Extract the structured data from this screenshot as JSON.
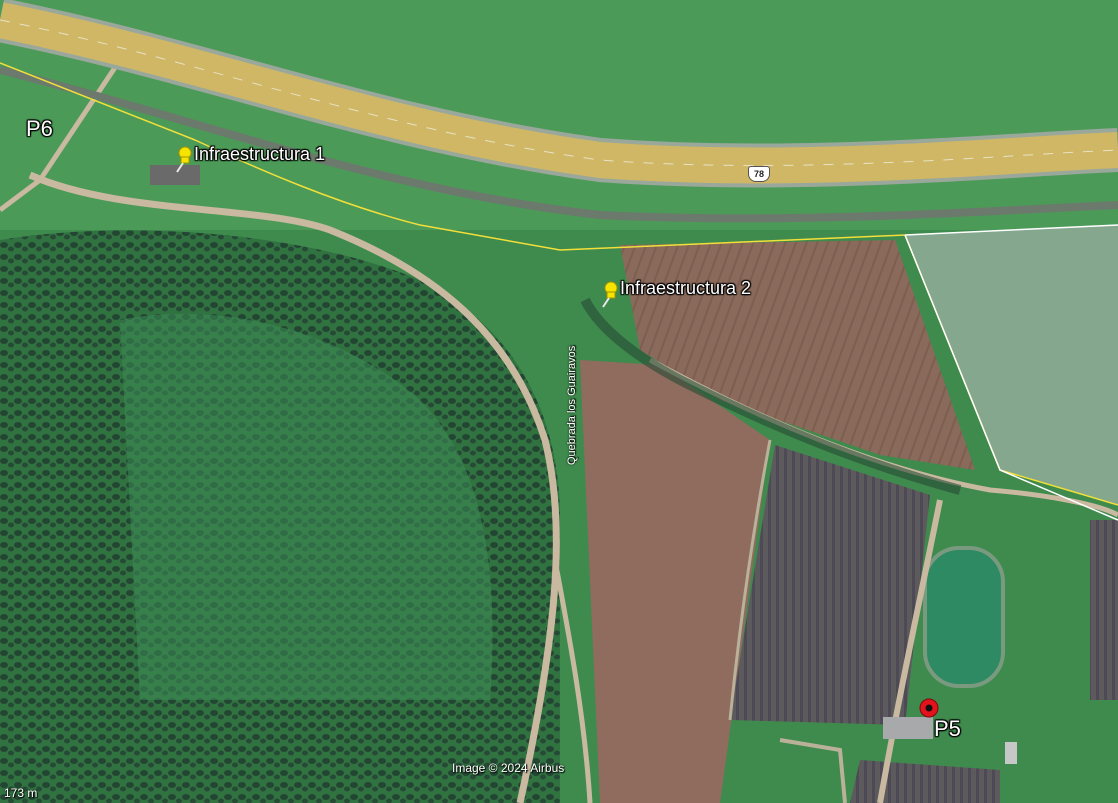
{
  "placemarks": [
    {
      "id": "infra1",
      "label": "Infraestructura 1",
      "icon": "yellow-pushpin-icon"
    },
    {
      "id": "infra2",
      "label": "Infraestructura 2",
      "icon": "yellow-pushpin-icon"
    }
  ],
  "points": [
    {
      "id": "p6",
      "label": "P6"
    },
    {
      "id": "p5",
      "label": "P5",
      "icon": "red-circle-marker-icon"
    }
  ],
  "road_shield": "78",
  "stream_name": "Quebrada los Guairavos",
  "imagery_credit": "Image © 2024 Airbus",
  "scale_text": "173 m",
  "colors": {
    "boundary_line": "#f2e03a",
    "parcel_outline": "#ffffff",
    "highway": "#cfb766",
    "pushpin": "#f5e400",
    "p5_marker": "#e3121b"
  }
}
